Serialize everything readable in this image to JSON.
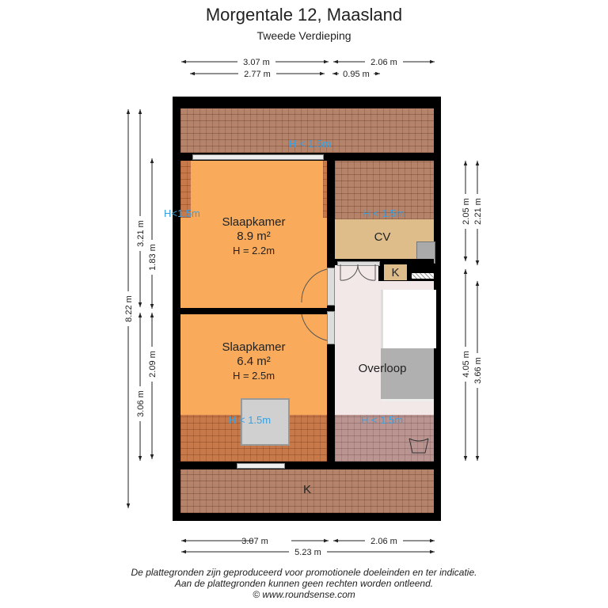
{
  "header": {
    "title": "Morgentale 12, Maasland",
    "subtitle": "Tweede Verdieping"
  },
  "rooms": {
    "bedroom1": {
      "name": "Slaapkamer",
      "area": "8.9 m²",
      "height": "H = 2.2m"
    },
    "bedroom2": {
      "name": "Slaapkamer",
      "area": "6.4 m²",
      "height": "H = 2.5m"
    },
    "cv": {
      "name": "CV"
    },
    "k_small": {
      "name": "K"
    },
    "landing": {
      "name": "Overloop"
    },
    "k_attic": {
      "name": "K"
    }
  },
  "height_notes": {
    "top": "H < 1.5m",
    "left": "H<1.5m",
    "cv": "H < 1.5m",
    "bedroom2": "H < 1.5m",
    "landing": "H < 1.5m"
  },
  "dimensions": {
    "top": [
      "3.07 m",
      "2.06 m",
      "2.77 m",
      "0.95 m"
    ],
    "left": [
      "8.22 m",
      "3.21 m",
      "1.83 m",
      "3.06 m",
      "2.09 m"
    ],
    "right": [
      "2.05 m",
      "2.21 m",
      "4.05 m",
      "3.66 m"
    ],
    "bottom": [
      "3.07 m",
      "2.06 m",
      "5.23 m"
    ]
  },
  "footer": [
    "De plattegronden zijn geproduceerd voor promotionele doeleinden en ter indicatie.",
    "Aan de plattegronden kunnen geen rechten worden ontleend.",
    "© www.roundsense.com"
  ],
  "colors": {
    "bedroom": "#f9aa5b",
    "wall": "#000000",
    "note": "#3aa0e0"
  }
}
